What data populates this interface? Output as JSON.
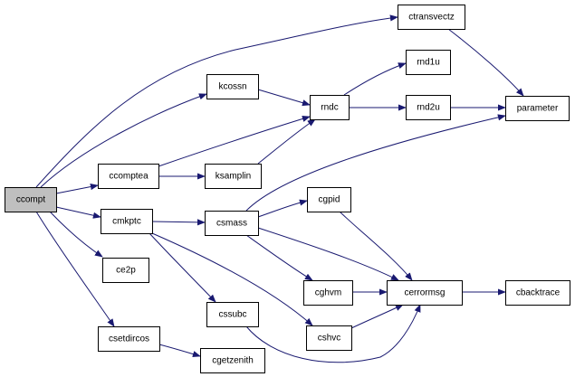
{
  "graph": {
    "edge_color": "#191970",
    "root_fill": "#bfbfbf",
    "nodes": [
      {
        "id": "ccompt",
        "label": "ccompt"
      },
      {
        "id": "ctransvectz",
        "label": "ctransvectz"
      },
      {
        "id": "kcossn",
        "label": "kcossn"
      },
      {
        "id": "rndc",
        "label": "rndc"
      },
      {
        "id": "rnd1u",
        "label": "rnd1u"
      },
      {
        "id": "rnd2u",
        "label": "rnd2u"
      },
      {
        "id": "parameter",
        "label": "parameter"
      },
      {
        "id": "ccomptea",
        "label": "ccomptea"
      },
      {
        "id": "ksamplin",
        "label": "ksamplin"
      },
      {
        "id": "cmkptc",
        "label": "cmkptc"
      },
      {
        "id": "csmass",
        "label": "csmass"
      },
      {
        "id": "cgpid",
        "label": "cgpid"
      },
      {
        "id": "ce2p",
        "label": "ce2p"
      },
      {
        "id": "cghvm",
        "label": "cghvm"
      },
      {
        "id": "cerrormsg",
        "label": "cerrormsg"
      },
      {
        "id": "cbacktrace",
        "label": "cbacktrace"
      },
      {
        "id": "cssubc",
        "label": "cssubc"
      },
      {
        "id": "cshvc",
        "label": "cshvc"
      },
      {
        "id": "csetdircos",
        "label": "csetdircos"
      },
      {
        "id": "cgetzenith",
        "label": "cgetzenith"
      }
    ],
    "edges": [
      {
        "from": "ccompt",
        "to": "ctransvectz"
      },
      {
        "from": "ccompt",
        "to": "kcossn"
      },
      {
        "from": "ccompt",
        "to": "ccomptea"
      },
      {
        "from": "ccompt",
        "to": "cmkptc"
      },
      {
        "from": "ccompt",
        "to": "ce2p"
      },
      {
        "from": "ccompt",
        "to": "csetdircos"
      },
      {
        "from": "ctransvectz",
        "to": "parameter"
      },
      {
        "from": "kcossn",
        "to": "rndc"
      },
      {
        "from": "rndc",
        "to": "rnd1u"
      },
      {
        "from": "rndc",
        "to": "rnd2u"
      },
      {
        "from": "rnd2u",
        "to": "parameter"
      },
      {
        "from": "ccomptea",
        "to": "rndc"
      },
      {
        "from": "ccomptea",
        "to": "ksamplin"
      },
      {
        "from": "ksamplin",
        "to": "rndc"
      },
      {
        "from": "cmkptc",
        "to": "csmass"
      },
      {
        "from": "cmkptc",
        "to": "cssubc"
      },
      {
        "from": "cmkptc",
        "to": "cshvc"
      },
      {
        "from": "csmass",
        "to": "parameter"
      },
      {
        "from": "csmass",
        "to": "cgpid"
      },
      {
        "from": "csmass",
        "to": "cghvm"
      },
      {
        "from": "csmass",
        "to": "cerrormsg"
      },
      {
        "from": "cgpid",
        "to": "cerrormsg"
      },
      {
        "from": "cghvm",
        "to": "cerrormsg"
      },
      {
        "from": "cerrormsg",
        "to": "cbacktrace"
      },
      {
        "from": "cssubc",
        "to": "cerrormsg"
      },
      {
        "from": "cshvc",
        "to": "cerrormsg"
      },
      {
        "from": "csetdircos",
        "to": "cgetzenith"
      }
    ]
  }
}
